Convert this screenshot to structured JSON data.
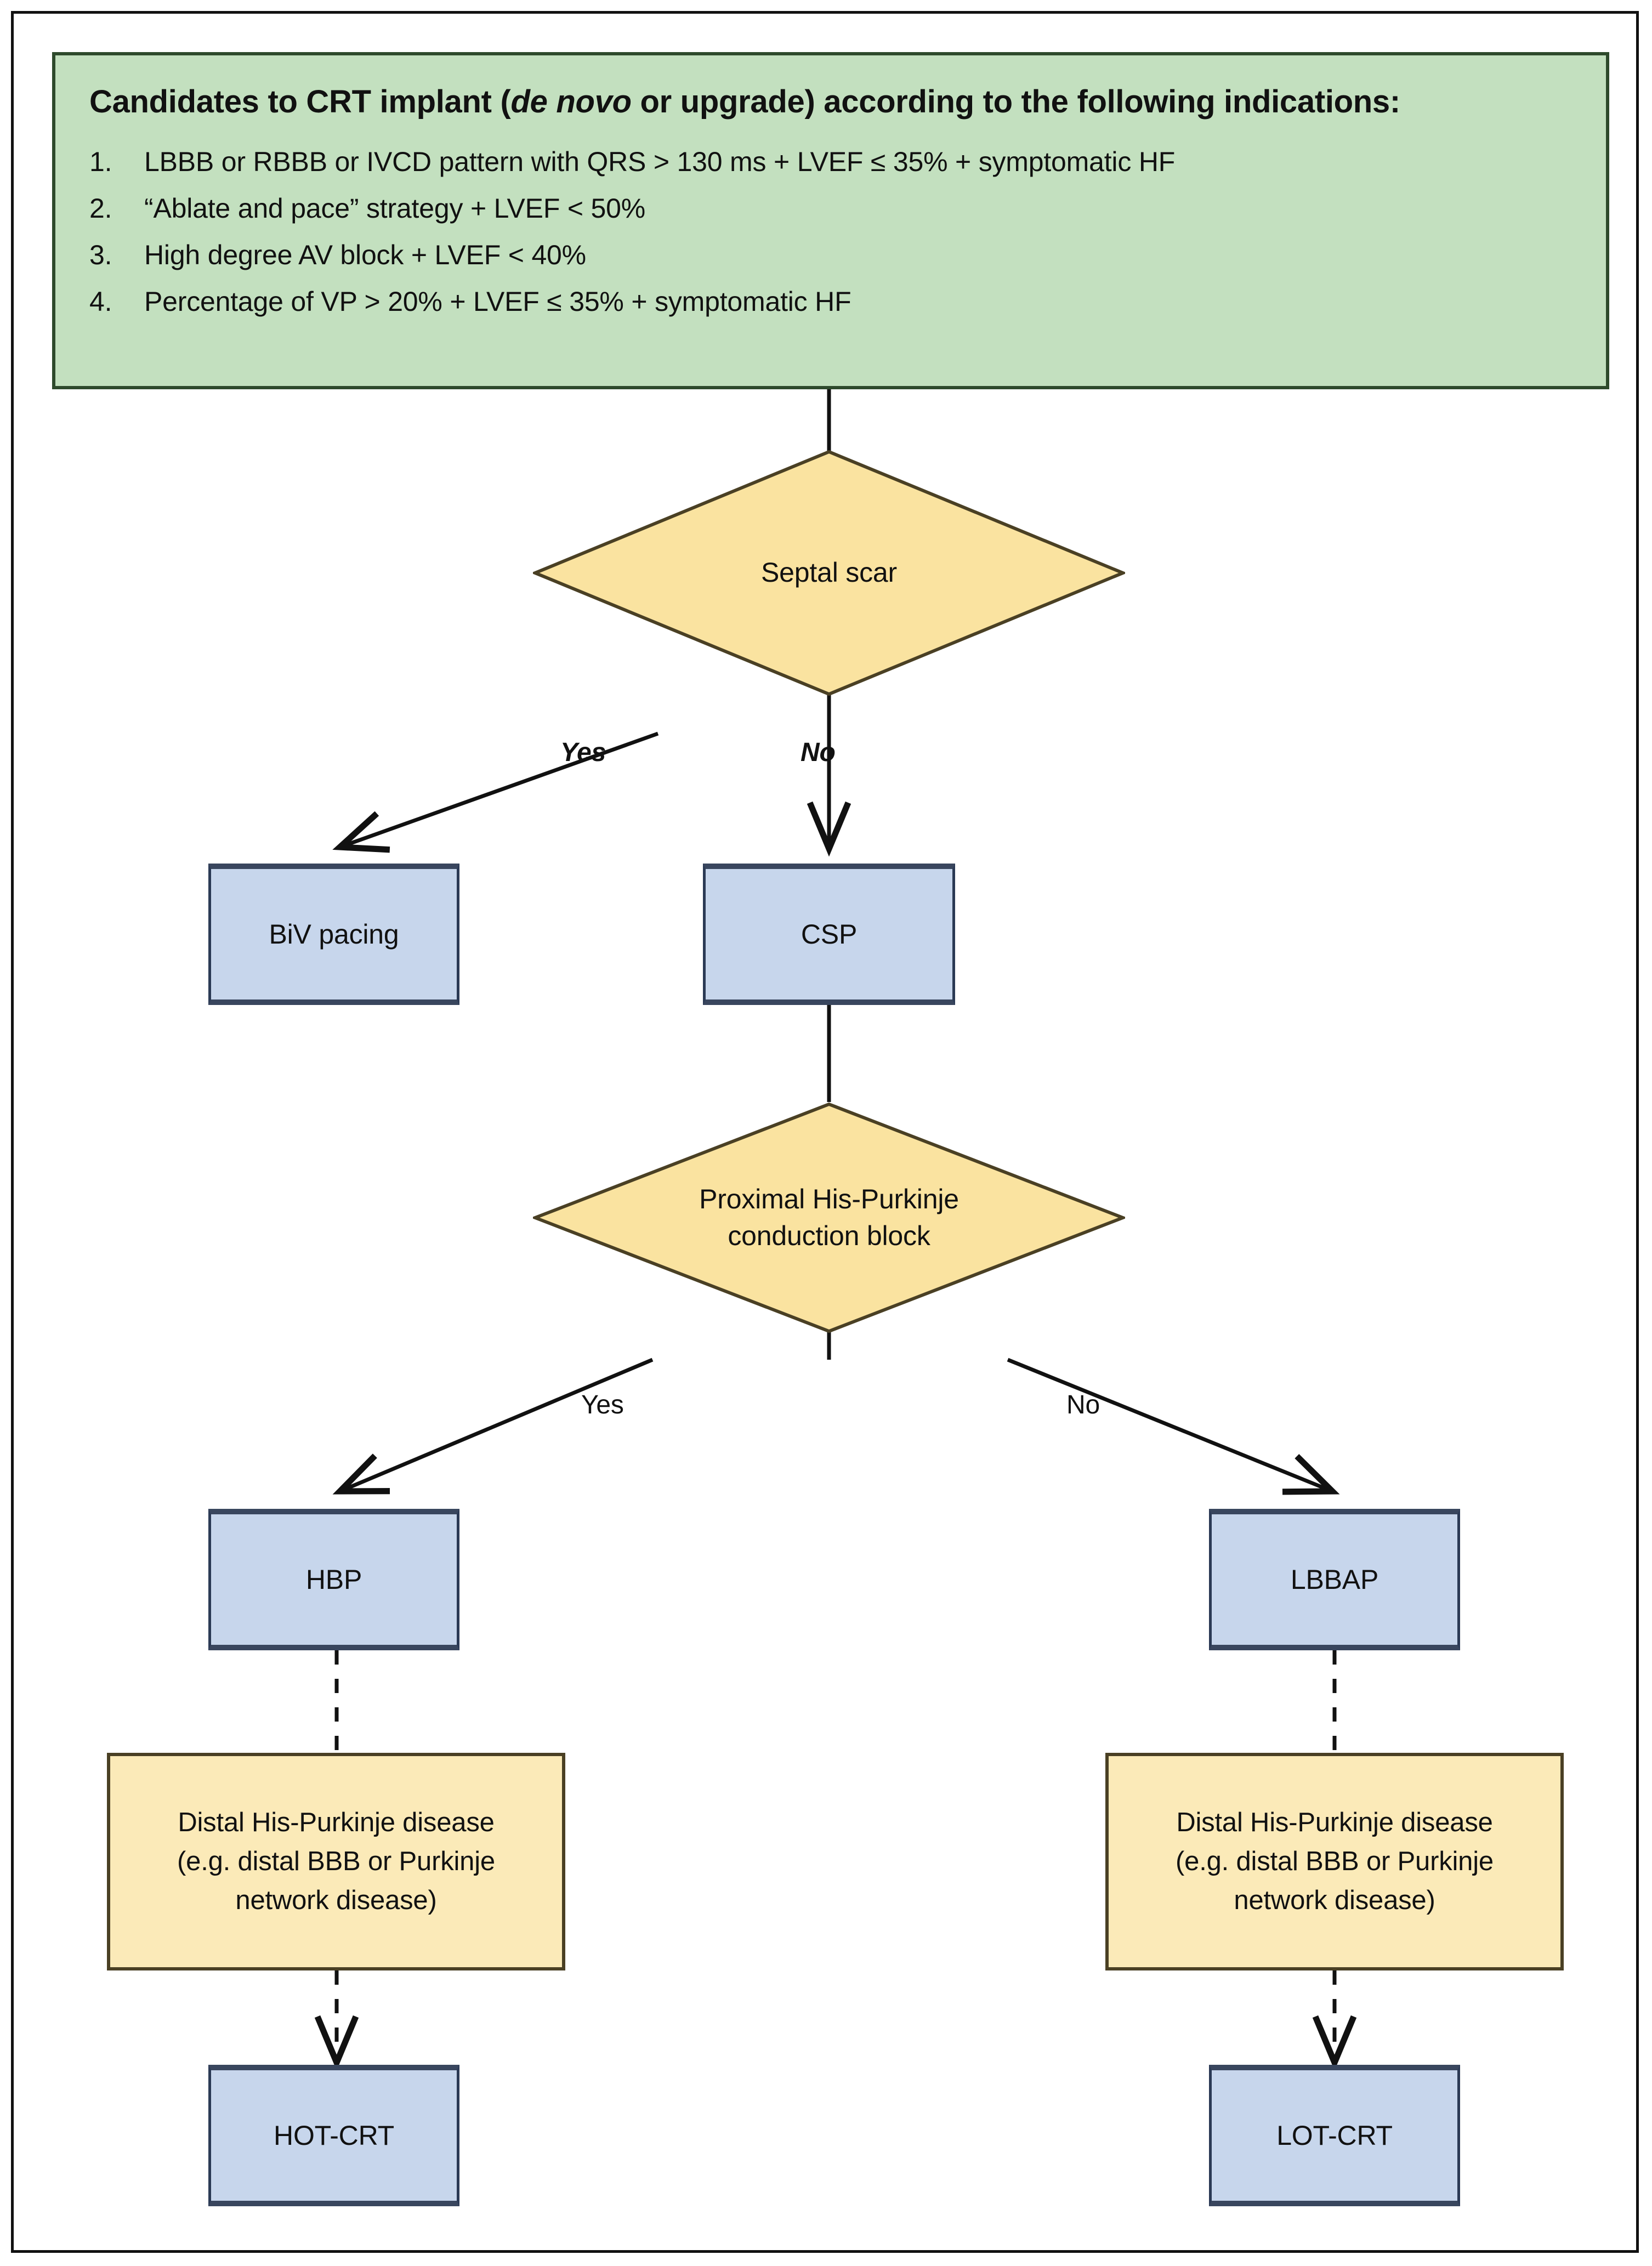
{
  "diagram": {
    "type": "flowchart",
    "title_text": "CRT implant decision algorithm",
    "colors": {
      "header_fill": "#C3E0BF",
      "header_border": "#2E4A2C",
      "decision_fill": "#FAE3A0",
      "decision_border": "#4A4024",
      "process_fill": "#C7D6EC",
      "process_border": "#39465E",
      "note_fill": "#FBEAB8",
      "note_border": "#4A4024",
      "connector": "#111111",
      "page_border": "#111111"
    }
  },
  "header": {
    "title_prefix": "Candidates to CRT implant (",
    "title_italic": "de novo",
    "title_suffix": " or upgrade) according to the following indications:",
    "items": [
      {
        "num": "1.",
        "text": "LBBB or RBBB or IVCD pattern with QRS > 130 ms + LVEF ≤ 35% + symptomatic HF"
      },
      {
        "num": "2.",
        "text": "“Ablate and pace” strategy + LVEF < 50%"
      },
      {
        "num": "3.",
        "text": "High degree AV block + LVEF < 40%"
      },
      {
        "num": "4.",
        "text": "Percentage of VP > 20% + LVEF ≤ 35% + symptomatic HF"
      }
    ]
  },
  "nodes": {
    "decision_septal_scar": {
      "label": "Septal scar",
      "shape": "diamond"
    },
    "process_biv": {
      "label": "BiV pacing",
      "shape": "rect"
    },
    "process_csp": {
      "label": "CSP",
      "shape": "rect"
    },
    "decision_hp_block": {
      "label_line1": "Proximal His-Purkinje",
      "label_line2": "conduction block",
      "shape": "diamond"
    },
    "process_hbp": {
      "label": "HBP",
      "shape": "rect"
    },
    "process_lbbap": {
      "label": "LBBAP",
      "shape": "rect"
    },
    "note_left": {
      "line1": "Distal His-Purkinje  disease",
      "line2": "(e.g. distal BBB or Purkinje",
      "line3": "network disease)",
      "shape": "rect"
    },
    "note_right": {
      "line1": "Distal His-Purkinje  disease",
      "line2": "(e.g. distal BBB or Purkinje",
      "line3": "network disease)",
      "shape": "rect"
    },
    "process_hot_crt": {
      "label": "HOT-CRT",
      "shape": "rect"
    },
    "process_lot_crt": {
      "label": "LOT-CRT",
      "shape": "rect"
    }
  },
  "edges": {
    "septal_yes": "Yes",
    "septal_no": "No",
    "hp_yes": "Yes",
    "hp_no": "No"
  }
}
